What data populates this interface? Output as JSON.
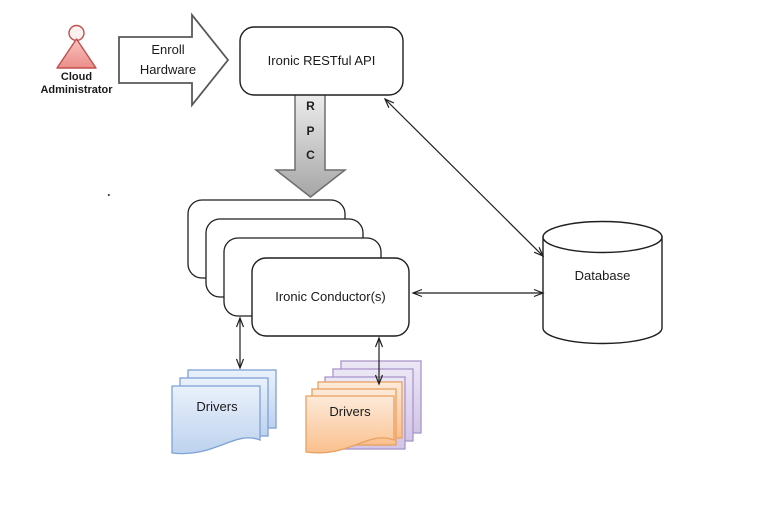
{
  "diagram": {
    "actor": {
      "line1": "Cloud",
      "line2": "Administrator"
    },
    "enroll_arrow": {
      "line1": "Enroll",
      "line2": "Hardware"
    },
    "rpc_arrow": {
      "letters": [
        "R",
        "P",
        "C"
      ]
    },
    "api": {
      "label": "Ironic RESTful API"
    },
    "conductors": {
      "label": "Ironic Conductor(s)",
      "stack_count": 4
    },
    "database": {
      "label": "Database"
    },
    "drivers_left": {
      "label": "Drivers"
    },
    "drivers_right": {
      "label": "Drivers"
    },
    "stray_dot": "."
  },
  "colors": {
    "actor_fill": "#ee8f8b",
    "actor_border": "#c0504d",
    "blue_fill": "#bdd2ee",
    "blue_border": "#7ea2d6",
    "purple_fill": "#d2c5e6",
    "purple_border": "#a996ca",
    "orange_fill": "#fac08d",
    "orange_border": "#e9a05f",
    "rpc_fill": "#bfbfbf",
    "rpc_border": "#6e6e6e",
    "block_arrow_border": "#595959",
    "line": "#1f1f1f"
  }
}
